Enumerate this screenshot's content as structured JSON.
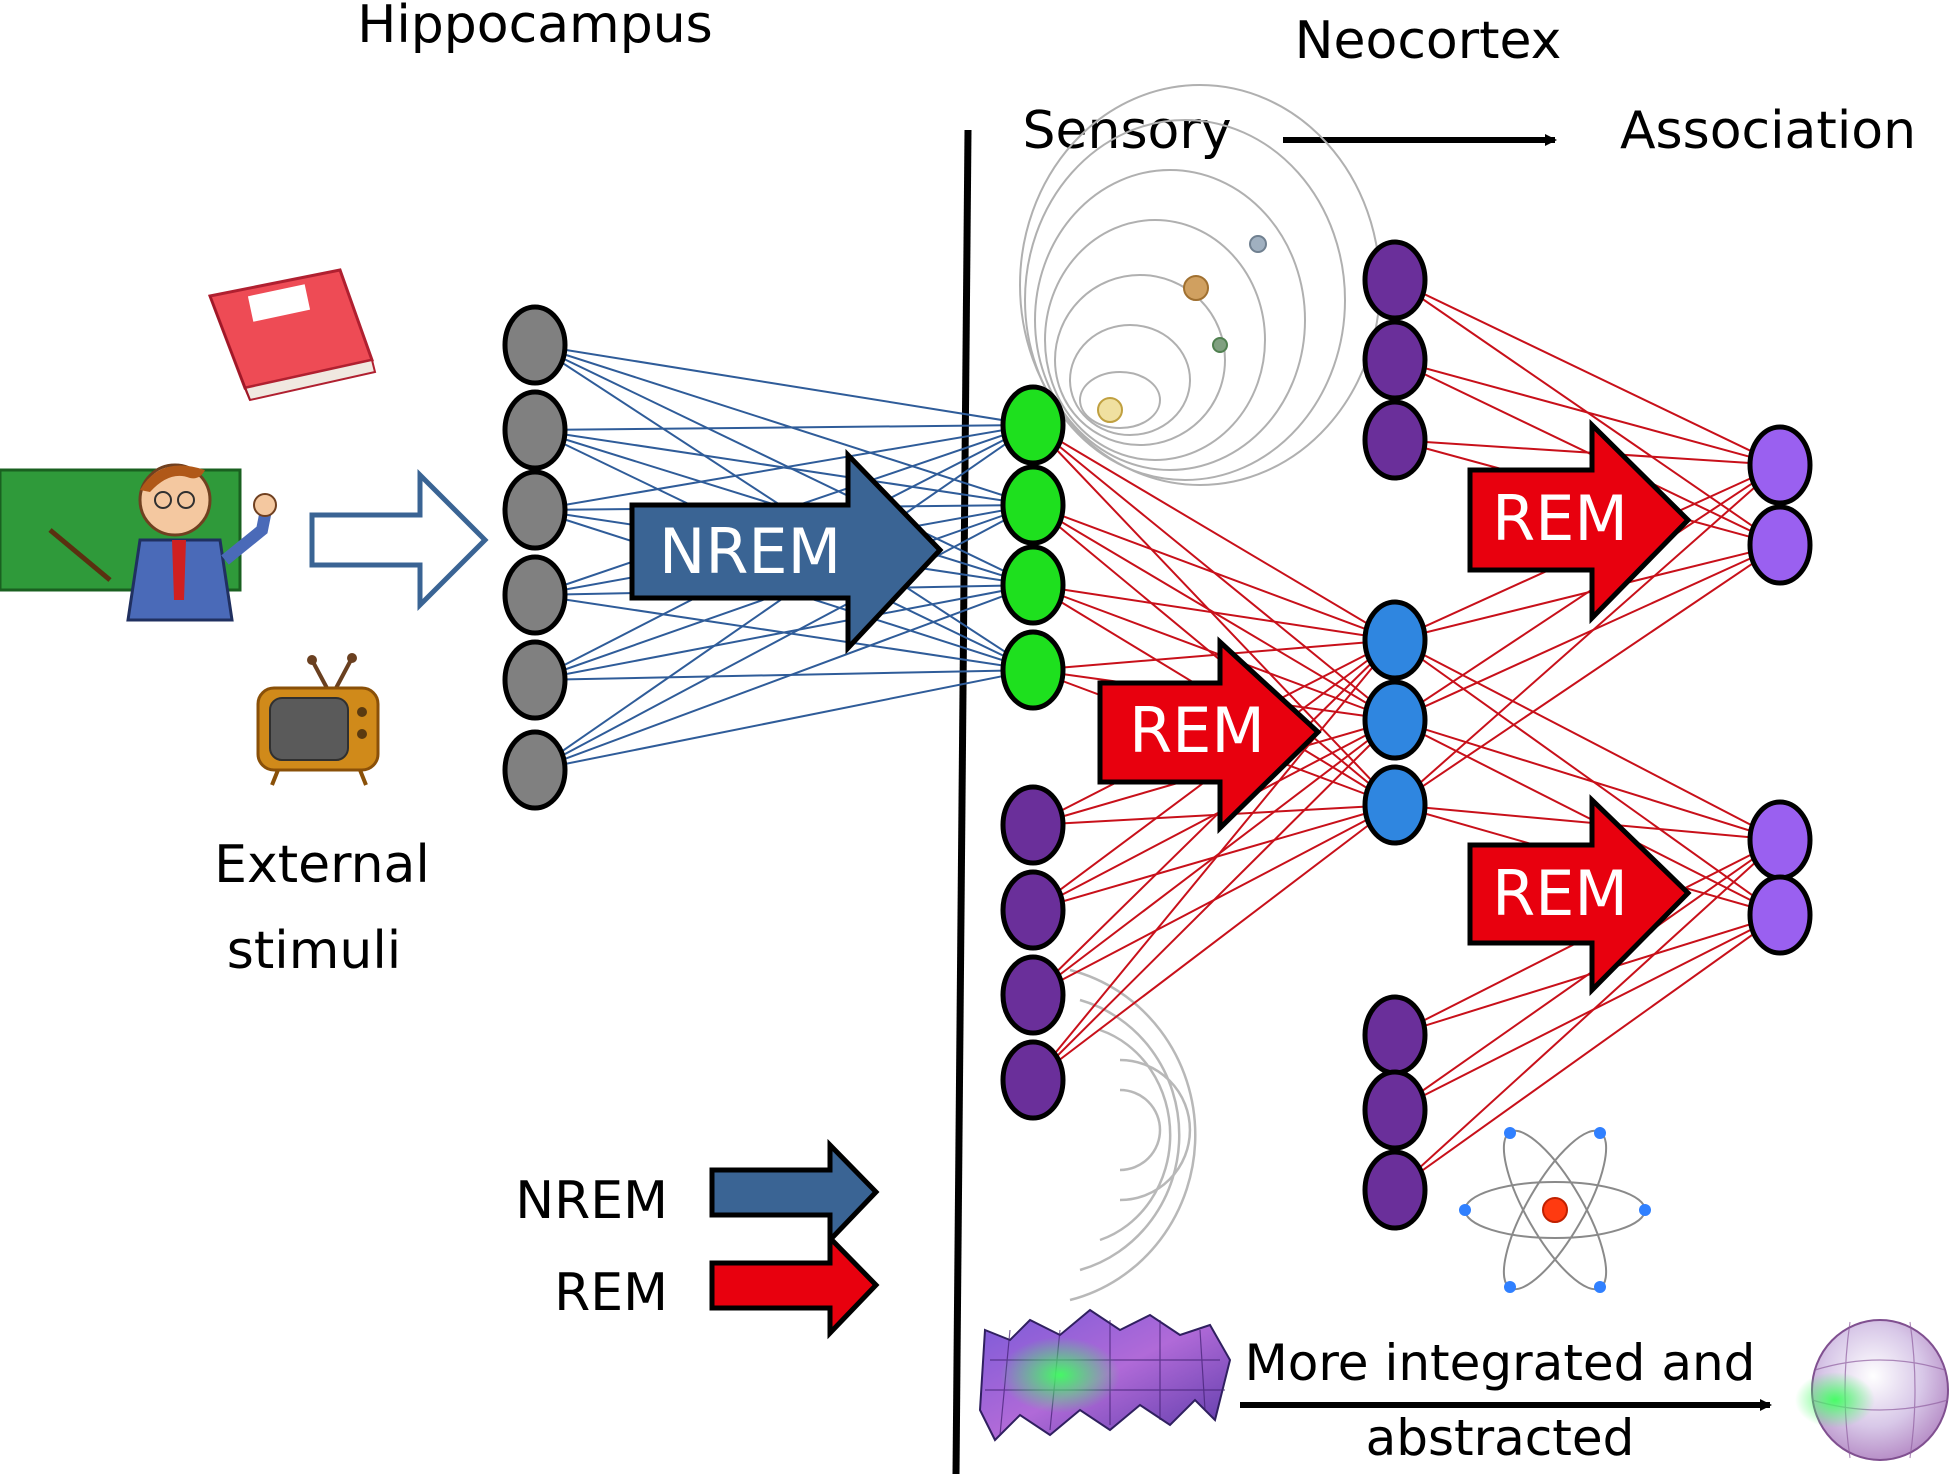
{
  "labels": {
    "hippocampus": "Hippocampus",
    "neocortex": "Neocortex",
    "sensory": "Sensory",
    "association": "Association",
    "external_line1": "External",
    "external_line2": "stimuli",
    "integrated_line1": "More integrated and",
    "integrated_line2": "abstracted"
  },
  "arrows": {
    "nrem_big": "NREM",
    "rem_1": "REM",
    "rem_2": "REM",
    "rem_3": "REM"
  },
  "legend": {
    "nrem": "NREM",
    "rem": "REM"
  },
  "colors": {
    "nrem": "#3a6494",
    "rem": "#e8000e",
    "hippocampus_node": "#808080",
    "sensory_node": "#1ee01e",
    "purple_node": "#6a2f9a",
    "blue_node": "#2f86e0",
    "light_purple_node": "#9a60f0",
    "blue_link": "#2f5c99",
    "red_link": "#c8101a"
  },
  "icons": [
    "red-book-icon",
    "teacher-icon",
    "tv-icon",
    "solar-system-icon",
    "sound-wave-icon",
    "atom-icon",
    "rough-surface-icon",
    "smooth-surface-icon"
  ]
}
